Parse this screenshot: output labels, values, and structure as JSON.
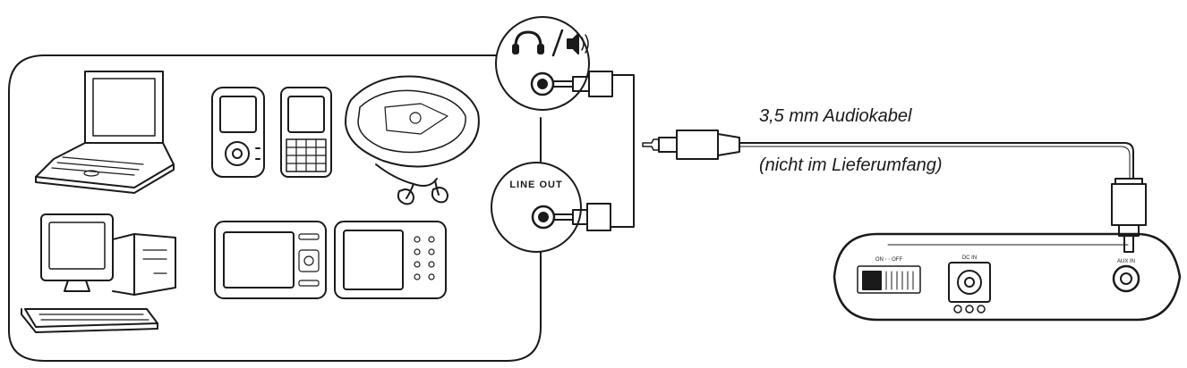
{
  "diagram": {
    "cable_label": "3,5 mm Audiokabel",
    "cable_note": "(nicht im Lieferumfang)",
    "port_headphone_symbol": "headphone-speaker-icon",
    "port_line_out": "LINE OUT",
    "speaker": {
      "switch_label": "ON ◦ ◦ OFF",
      "dc_label": "DC IN",
      "aux_label": "AUX IN"
    },
    "source_devices": [
      "laptop",
      "mp3-player",
      "mobile-phone",
      "cd-player",
      "desktop-computer",
      "portable-media-player",
      "handheld-game-device"
    ]
  }
}
